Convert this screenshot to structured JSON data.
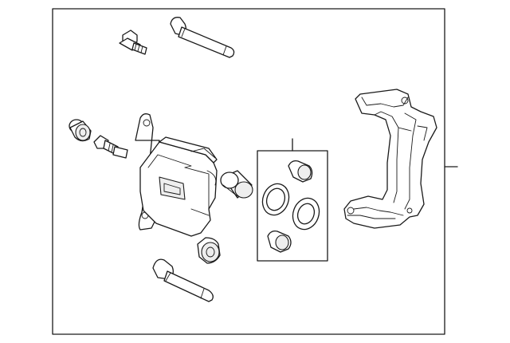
{
  "diagram": {
    "parts": [
      {
        "id": "caliper-bolt",
        "icon": "flange-bolt-icon"
      },
      {
        "id": "guide-pin-upper",
        "icon": "guide-pin-icon"
      },
      {
        "id": "boot-left",
        "icon": "rubber-boot-icon"
      },
      {
        "id": "bleeder-screw",
        "icon": "bleeder-screw-icon"
      },
      {
        "id": "caliper-housing",
        "icon": "brake-caliper-icon"
      },
      {
        "id": "piston",
        "icon": "piston-icon"
      },
      {
        "id": "boot-lower",
        "icon": "rubber-boot-icon"
      },
      {
        "id": "guide-pin-lower",
        "icon": "guide-pin-icon"
      },
      {
        "id": "seal-kit",
        "icon": "seal-kit-icon"
      },
      {
        "id": "caliper-bracket",
        "icon": "caliper-bracket-icon"
      }
    ],
    "colors": {
      "line": "#1a1a1a",
      "background": "#ffffff"
    }
  }
}
